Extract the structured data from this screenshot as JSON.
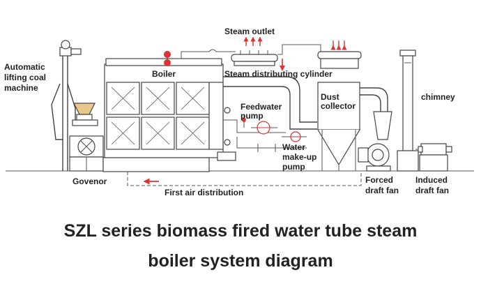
{
  "labels": {
    "steam_outlet": "Steam outlet",
    "automatic_lifting_coal_machine": [
      "Automatic",
      "lifting coal",
      "machine"
    ],
    "boiler": "Boiler",
    "steam_distributing_cylinder": "Steam distributing cylinder",
    "feedwater_pump": [
      "Feedwater",
      "pump"
    ],
    "dust_collector": [
      "Dust",
      "collector"
    ],
    "chimney": "chimney",
    "water_makeup_pump": [
      "Water",
      "make-up",
      "pump"
    ],
    "govenor": "Govenor",
    "first_air_distribution": "First air distribution",
    "forced_draft_fan": [
      "Forced",
      "draft fan"
    ],
    "induced_draft_fan": [
      "Induced",
      "draft fan"
    ]
  },
  "caption": {
    "line1": "SZL series biomass fired water tube steam",
    "line2": "boiler system diagram"
  },
  "colors": {
    "arrow_red": "#e03030",
    "line": "#444444",
    "text": "#222222"
  }
}
